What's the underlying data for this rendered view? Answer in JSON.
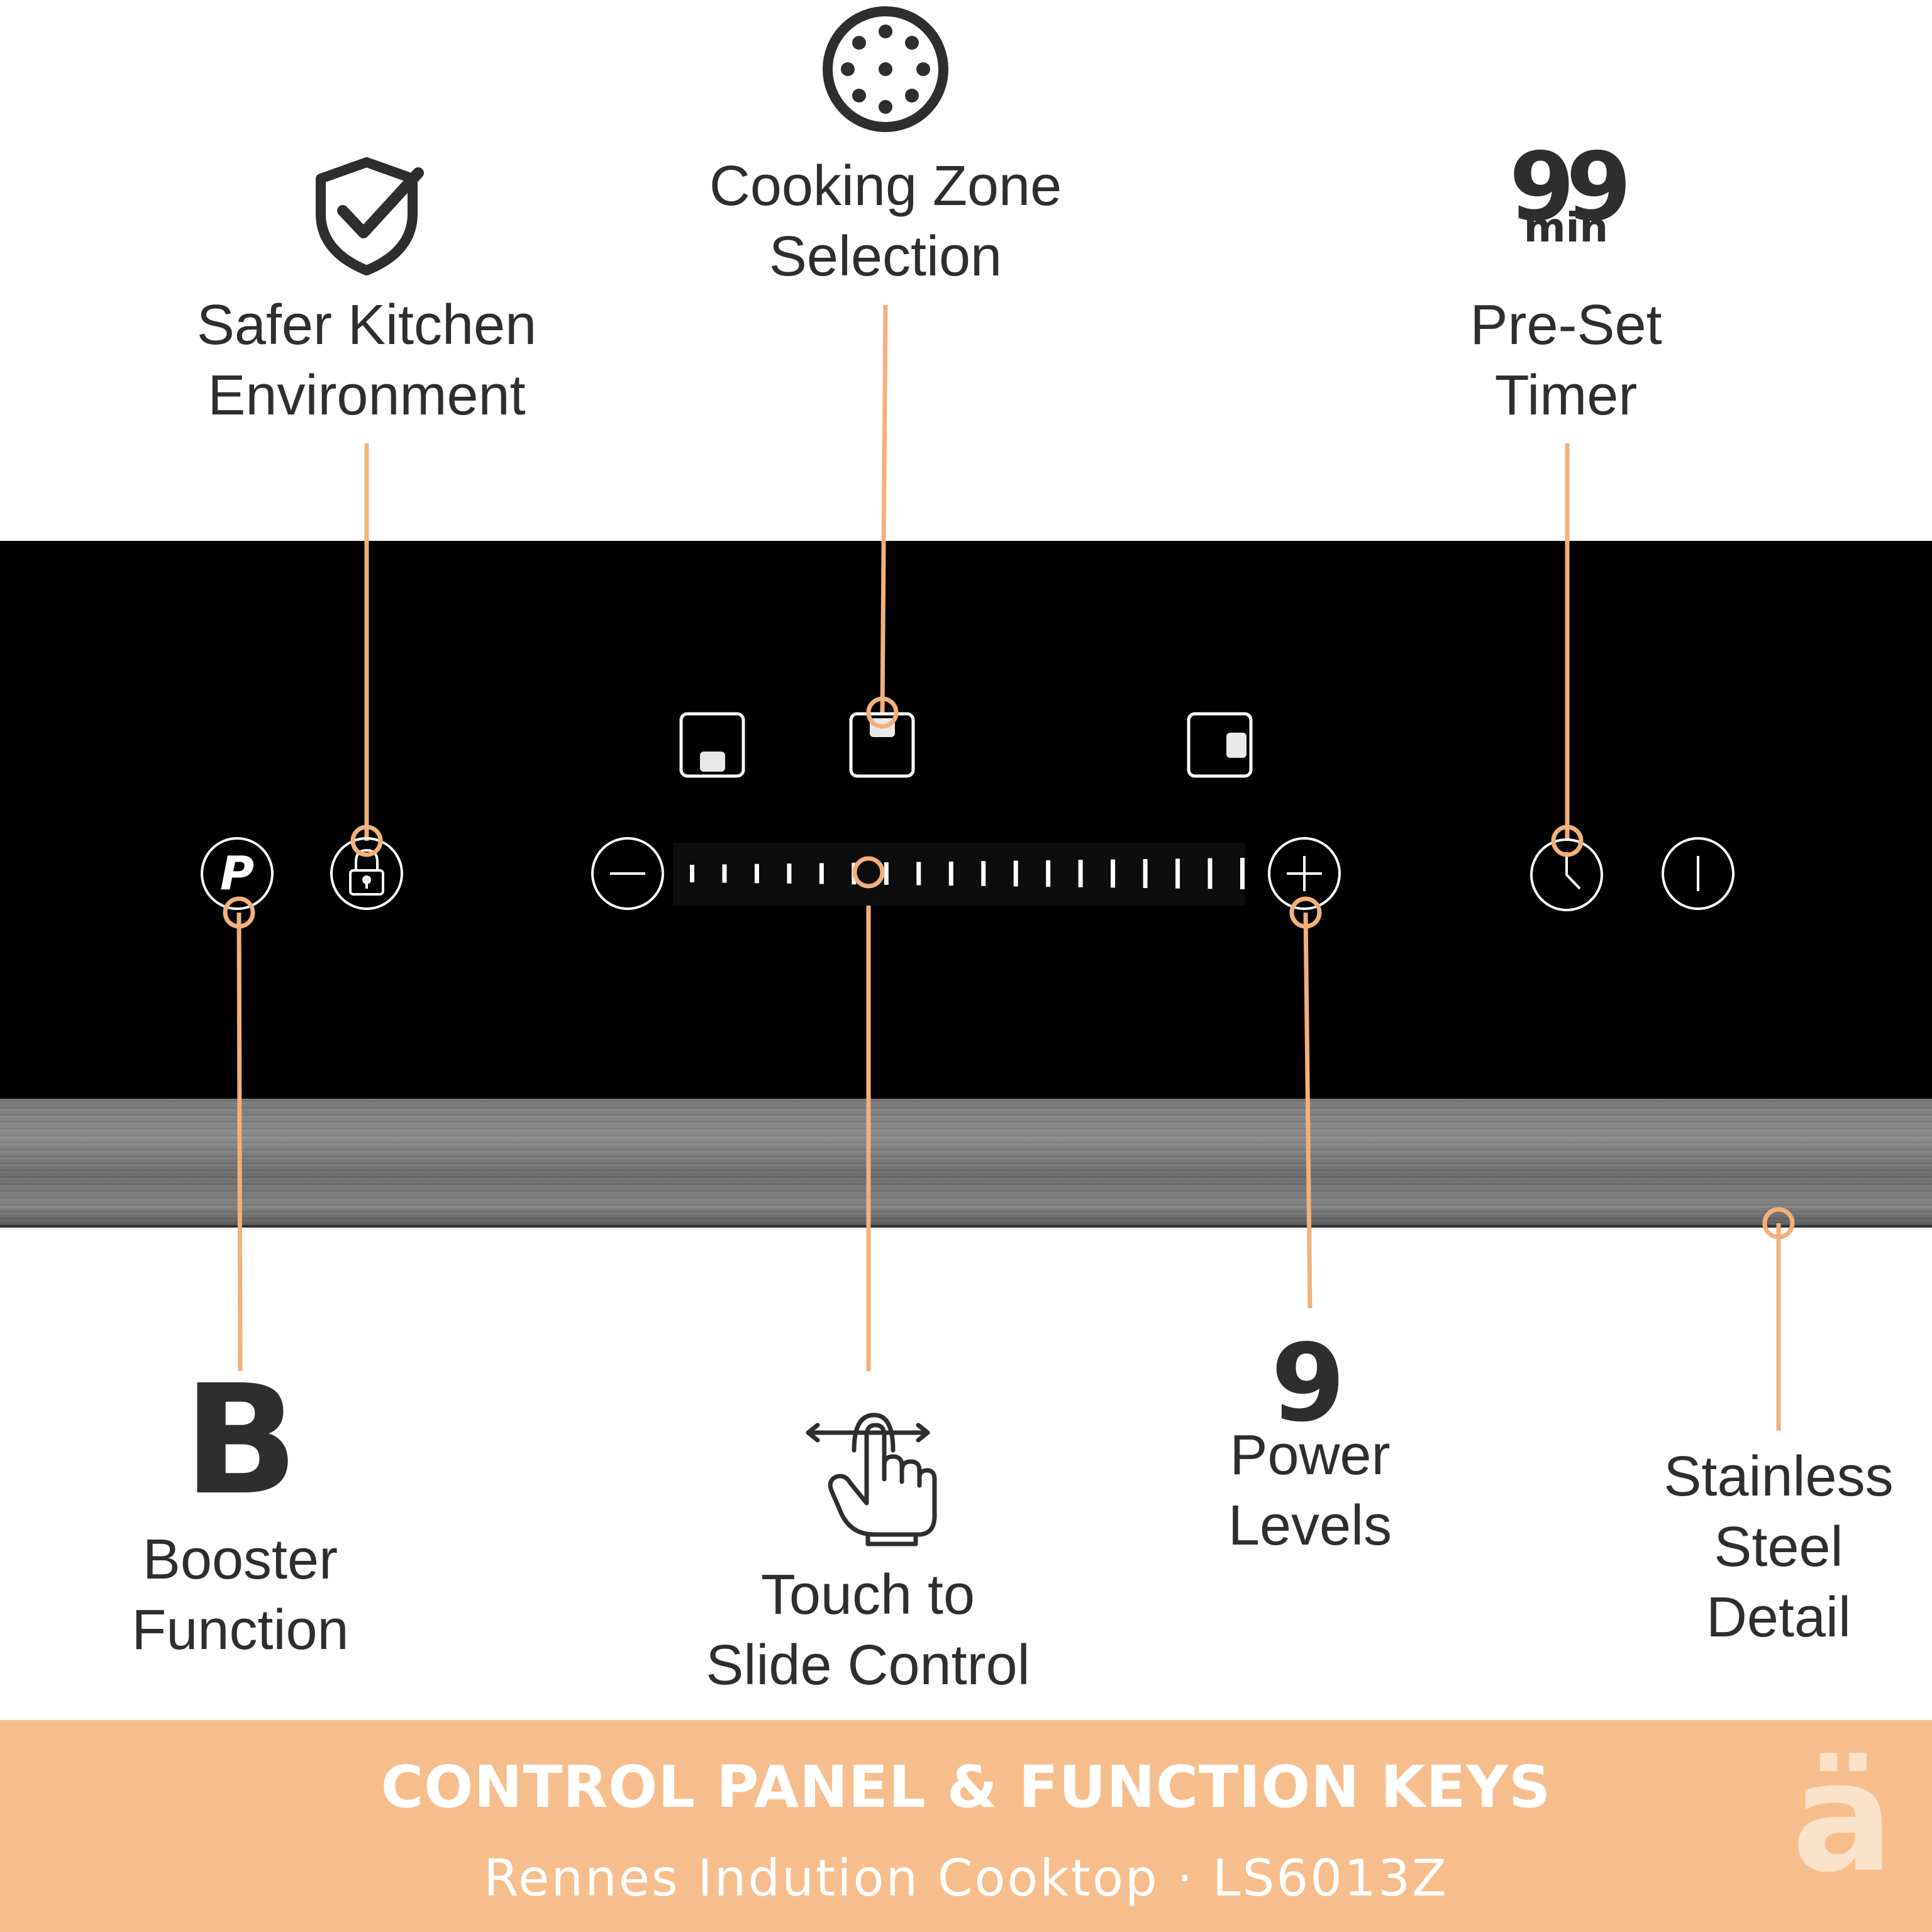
{
  "features": {
    "cooking_zone": {
      "line1": "Cooking Zone",
      "line2": "Selection",
      "icon": "cooking-zone-icon"
    },
    "safer_kitchen": {
      "line1": "Safer Kitchen",
      "line2": "Environment",
      "icon": "shield-check-icon"
    },
    "timer": {
      "badge_number": "99",
      "badge_unit": "min",
      "line1": "Pre-Set",
      "line2": "Timer"
    },
    "booster": {
      "badge": "B",
      "line1": "Booster",
      "line2": "Function"
    },
    "slide_control": {
      "line1": "Touch to",
      "line2": "Slide Control",
      "icon": "touch-slide-icon"
    },
    "power_levels": {
      "badge": "9",
      "line1": "Power",
      "line2": "Levels"
    },
    "stainless": {
      "line1": "Stainless",
      "line2": "Steel",
      "line3": "Detail"
    }
  },
  "panel_keys": {
    "booster_key": "P",
    "lock_key": "lock-icon",
    "minus_key": "minus-icon",
    "plus_key": "plus-icon",
    "timer_key": "clock-icon",
    "power_key": "power-icon",
    "zones": [
      "zone-front-left-icon",
      "zone-front-icon",
      "zone-right-icon"
    ],
    "slider_ticks": 18
  },
  "footer": {
    "title": "CONTROL PANEL & FUNCTION KEYS",
    "subtitle": "Rennes Indution Cooktop · LS6013Z",
    "logo": "ä"
  },
  "colors": {
    "accent": "#f7be8d",
    "callout": "#f2b07a",
    "panel": "#000000",
    "text": "#2e2e2e"
  }
}
